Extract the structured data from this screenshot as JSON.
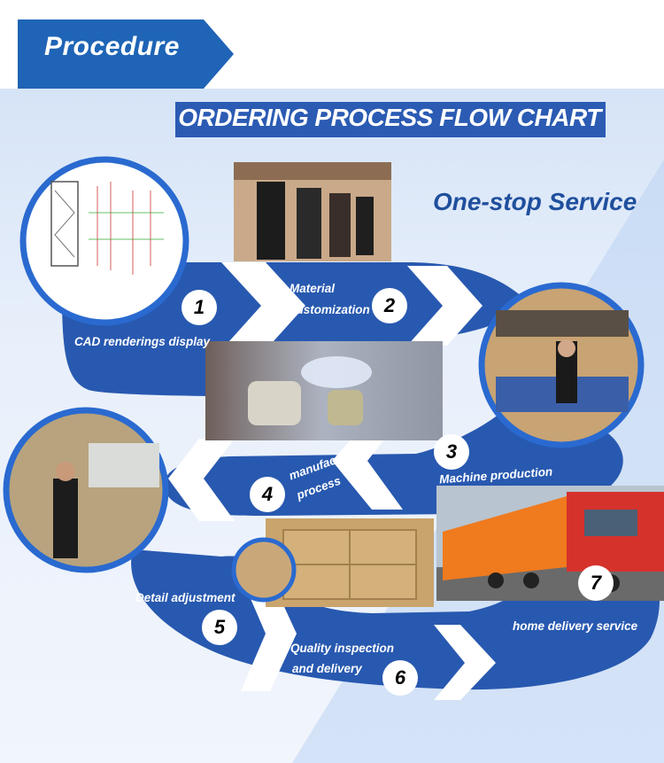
{
  "header": {
    "label": "Procedure"
  },
  "title": "ORDERING PROCESS FLOW CHART",
  "slogan": "One-stop  Service",
  "steps": [
    {
      "number": "1",
      "label": "CAD renderings display"
    },
    {
      "number": "2",
      "label_line1": "Material",
      "label_line2": "customization"
    },
    {
      "number": "3",
      "label": "Machine production"
    },
    {
      "number": "4",
      "label_line1": "manufacturing",
      "label_line2": "process"
    },
    {
      "number": "5",
      "label": "Detail adjustment"
    },
    {
      "number": "6",
      "label_line1": "Quality inspection",
      "label_line2": "and delivery"
    },
    {
      "number": "7",
      "label": "home delivery service"
    }
  ],
  "colors": {
    "band": "#2859b0",
    "accent": "#1f64b6",
    "title_bg": "#2b5bb3",
    "slogan": "#1f4f9d"
  }
}
